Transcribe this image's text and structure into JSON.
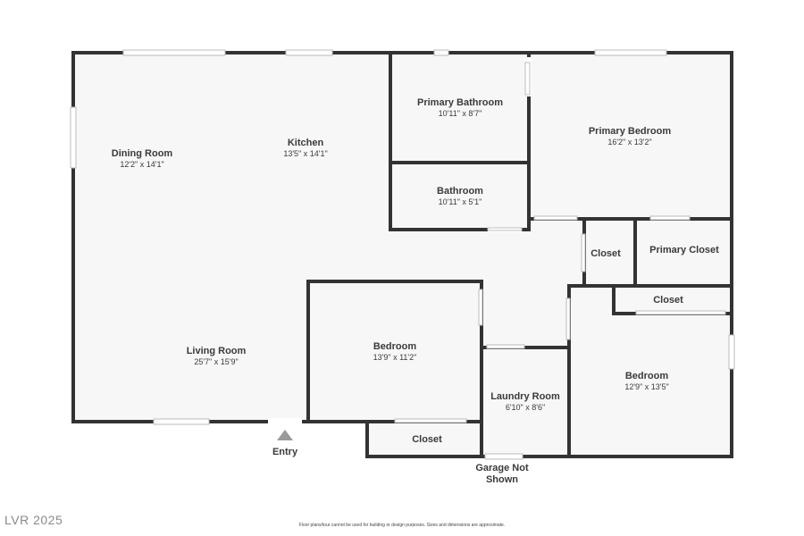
{
  "rooms": {
    "dining_room": {
      "name": "Dining Room",
      "dim": "12'2\" x 14'1\""
    },
    "kitchen": {
      "name": "Kitchen",
      "dim": "13'5\" x 14'1\""
    },
    "living_room": {
      "name": "Living Room",
      "dim": "25'7\" x 15'9\""
    },
    "primary_bathroom": {
      "name": "Primary Bathroom",
      "dim": "10'11\" x 8'7\""
    },
    "bathroom": {
      "name": "Bathroom",
      "dim": "10'11\" x 5'1\""
    },
    "primary_bedroom": {
      "name": "Primary Bedroom",
      "dim": "16'2\" x 13'2\""
    },
    "closet_hall": {
      "name": "Closet"
    },
    "primary_closet": {
      "name": "Primary Closet"
    },
    "closet_bedroom": {
      "name": "Closet"
    },
    "bedroom_center": {
      "name": "Bedroom",
      "dim": "13'9\" x 11'2\""
    },
    "laundry_room": {
      "name": "Laundry Room",
      "dim": "6'10\" x 8'6\""
    },
    "bedroom_right": {
      "name": "Bedroom",
      "dim": "12'9\" x 13'5\""
    },
    "closet_bottom": {
      "name": "Closet"
    }
  },
  "labels": {
    "entry": "Entry",
    "garage_line1": "Garage Not",
    "garage_line2": "Shown"
  },
  "footer": {
    "disclaimer": "Floor plans/tour cannot be used for building or design purposes. Sizes and dimensions are approximate.",
    "watermark": "LVR 2025"
  },
  "colors": {
    "wall": "#333333",
    "floor": "#f7f7f7",
    "text": "#3a3a3a"
  }
}
